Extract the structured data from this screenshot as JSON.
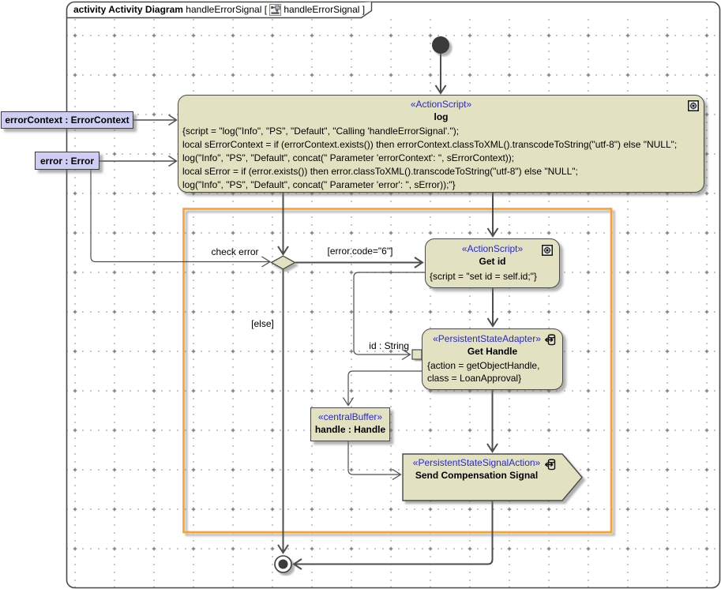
{
  "frame": {
    "keyword": "activity Activity Diagram",
    "name": "handleErrorSignal [",
    "ref": "handleErrorSignal ]"
  },
  "nodes": {
    "error_context_object": {
      "label": "errorContext : ErrorContext"
    },
    "error_object": {
      "label": "error : Error"
    },
    "log": {
      "stereotype": "«ActionScript»",
      "name": "log",
      "body": [
        "{script = \"log(\"Info\", \"PS\", \"Default\", \"Calling 'handleErrorSignal'.\");",
        "local sErrorContext = if (errorContext.exists()) then errorContext.classToXML().transcodeToString(\"utf-8\") else \"NULL\";",
        "log(\"Info\", \"PS\", \"Default\", concat(\" Parameter 'errorContext': \", sErrorContext));",
        "local sError = if (error.exists()) then error.classToXML().transcodeToString(\"utf-8\") else \"NULL\";",
        "log(\"Info\", \"PS\", \"Default\", concat(\" Parameter 'error': \", sError));\"}"
      ]
    },
    "get_id": {
      "stereotype": "«ActionScript»",
      "name": "Get id",
      "body": [
        "{script = \"set id = self.id;\"}"
      ]
    },
    "get_handle": {
      "stereotype": "«PersistentStateAdapter»",
      "name": "Get Handle",
      "body": [
        "{action = getObjectHandle,",
        "class = LoanApproval}"
      ],
      "pin_label": "id : String"
    },
    "central_buffer": {
      "stereotype": "«centralBuffer»",
      "name": "handle : Handle"
    },
    "send_signal": {
      "stereotype": "«PersistentStateSignalAction»",
      "name": "Send Compensation Signal"
    }
  },
  "edges": {
    "check_error": "check error",
    "guard_error_code": "[error.code=\"6\"]",
    "guard_else": "[else]"
  },
  "colors": {
    "node_fill": "#e2e2c2",
    "object_node_fill": "#cecef5",
    "stereotype_text": "#2727d8",
    "region_border": "#ffa126",
    "line": "#4d4d4d"
  }
}
